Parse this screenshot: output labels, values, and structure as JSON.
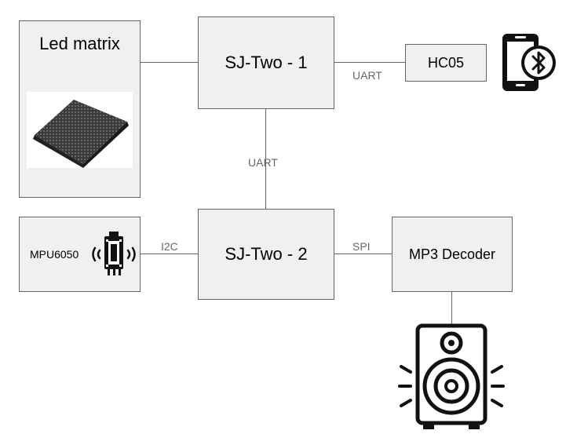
{
  "blocks": {
    "led_matrix": "Led matrix",
    "sjtwo_1": "SJ-Two - 1",
    "hc05": "HC05",
    "sjtwo_2": "SJ-Two - 2",
    "mpu6050": "MPU6050",
    "mp3_decoder": "MP3 Decoder"
  },
  "connections": {
    "uart_hc05": "UART",
    "uart_sjtwo": "UART",
    "i2c": "I2C",
    "spi": "SPI"
  },
  "icons": {
    "phone": "phone-bluetooth-icon",
    "sensor": "motion-sensor-icon",
    "speaker": "speaker-icon",
    "led_panel": "led-matrix-panel-image"
  },
  "colors": {
    "box_fill": "#f0f0f0",
    "box_border": "#666666",
    "label_gray": "#666666"
  }
}
